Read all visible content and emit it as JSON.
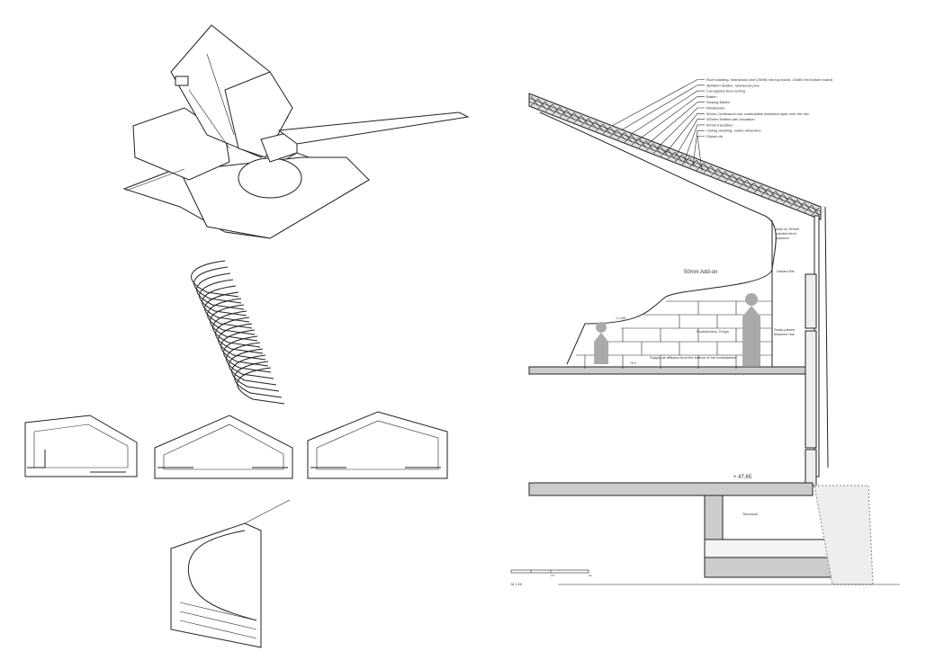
{
  "section": {
    "roof_labels": [
      "Roof cladding, heartwood pine (20x98 mm top board, 23x85 mm bottom board)",
      "36/48mm Batten, heartwood pine",
      "Corrugated steel roofing",
      "Batten",
      "Sloping Batten",
      "Windbarrier",
      "50mm Continuous non-combustible insulation layer over the ribs",
      "300mm Rafters with insulation",
      "50mm Insulation",
      "Ceiling cladding, varied dimension",
      "Glulam rib"
    ],
    "addon_note": [
      "Add-on, 50mm",
      "painted birch",
      "plywood"
    ],
    "glulam_rib": "Glulam Rib",
    "addon_label": "50mm Add-on",
    "bookshelves": "Bookshelves, 5 high",
    "study_places": [
      "Study-places",
      "between ribs"
    ],
    "supply_air": "Supply air diffused from the bottom of the bookshelves",
    "level_upper": "+1.145",
    "level_floor": "+0.0",
    "level_ground": "+ 47,65",
    "technical": "Technical",
    "scale": "M 1:20",
    "scale_ticks": [
      "0.5",
      "1m"
    ]
  }
}
